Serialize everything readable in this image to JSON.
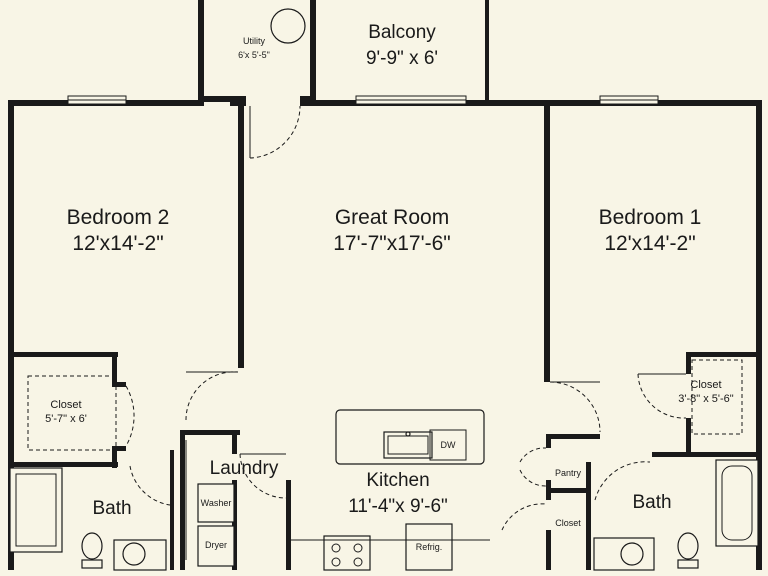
{
  "rooms": {
    "balcony": {
      "name": "Balcony",
      "size": "9'-9\" x 6'"
    },
    "utility": {
      "name": "Utility",
      "size": "6'x 5'-5\""
    },
    "bedroom2": {
      "name": "Bedroom 2",
      "size": "12'x14'-2\""
    },
    "great_room": {
      "name": "Great Room",
      "size": "17'-7\"x17'-6\""
    },
    "bedroom1": {
      "name": "Bedroom 1",
      "size": "12'x14'-2\""
    },
    "closet_left": {
      "name": "Closet",
      "size": "5'-7\" x 6'"
    },
    "closet_right": {
      "name": "Closet",
      "size": "3'-8\" x 5'-6\""
    },
    "laundry": {
      "name": "Laundry"
    },
    "kitchen": {
      "name": "Kitchen",
      "size": "11'-4\"x 9'-6\""
    },
    "pantry": {
      "name": "Pantry"
    },
    "closet_center": {
      "name": "Closet"
    },
    "bath_left": {
      "name": "Bath"
    },
    "bath_right": {
      "name": "Bath"
    }
  },
  "appliances": {
    "washer": "Washer",
    "dryer": "Dryer",
    "dishwasher": "DW",
    "refrigerator": "Refrig."
  },
  "colors": {
    "background": "#f8f5e6",
    "ink": "#1a1a1a"
  }
}
